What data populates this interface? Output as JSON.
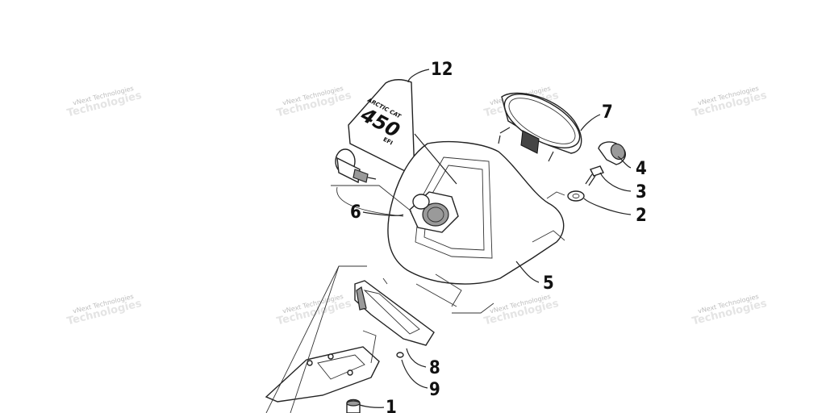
{
  "watermark": {
    "text": "vNext Technologies"
  },
  "decal": {
    "brand": "ARCTIC CAT",
    "model": "450",
    "suffix": "EFI"
  },
  "callouts": [
    {
      "id": "12",
      "label": "12"
    },
    {
      "id": "7",
      "label": "7"
    },
    {
      "id": "4",
      "label": "4"
    },
    {
      "id": "3",
      "label": "3"
    },
    {
      "id": "2",
      "label": "2"
    },
    {
      "id": "6",
      "label": "6"
    },
    {
      "id": "5",
      "label": "5"
    },
    {
      "id": "8",
      "label": "8"
    },
    {
      "id": "9",
      "label": "9"
    },
    {
      "id": "1",
      "label": "1"
    }
  ]
}
